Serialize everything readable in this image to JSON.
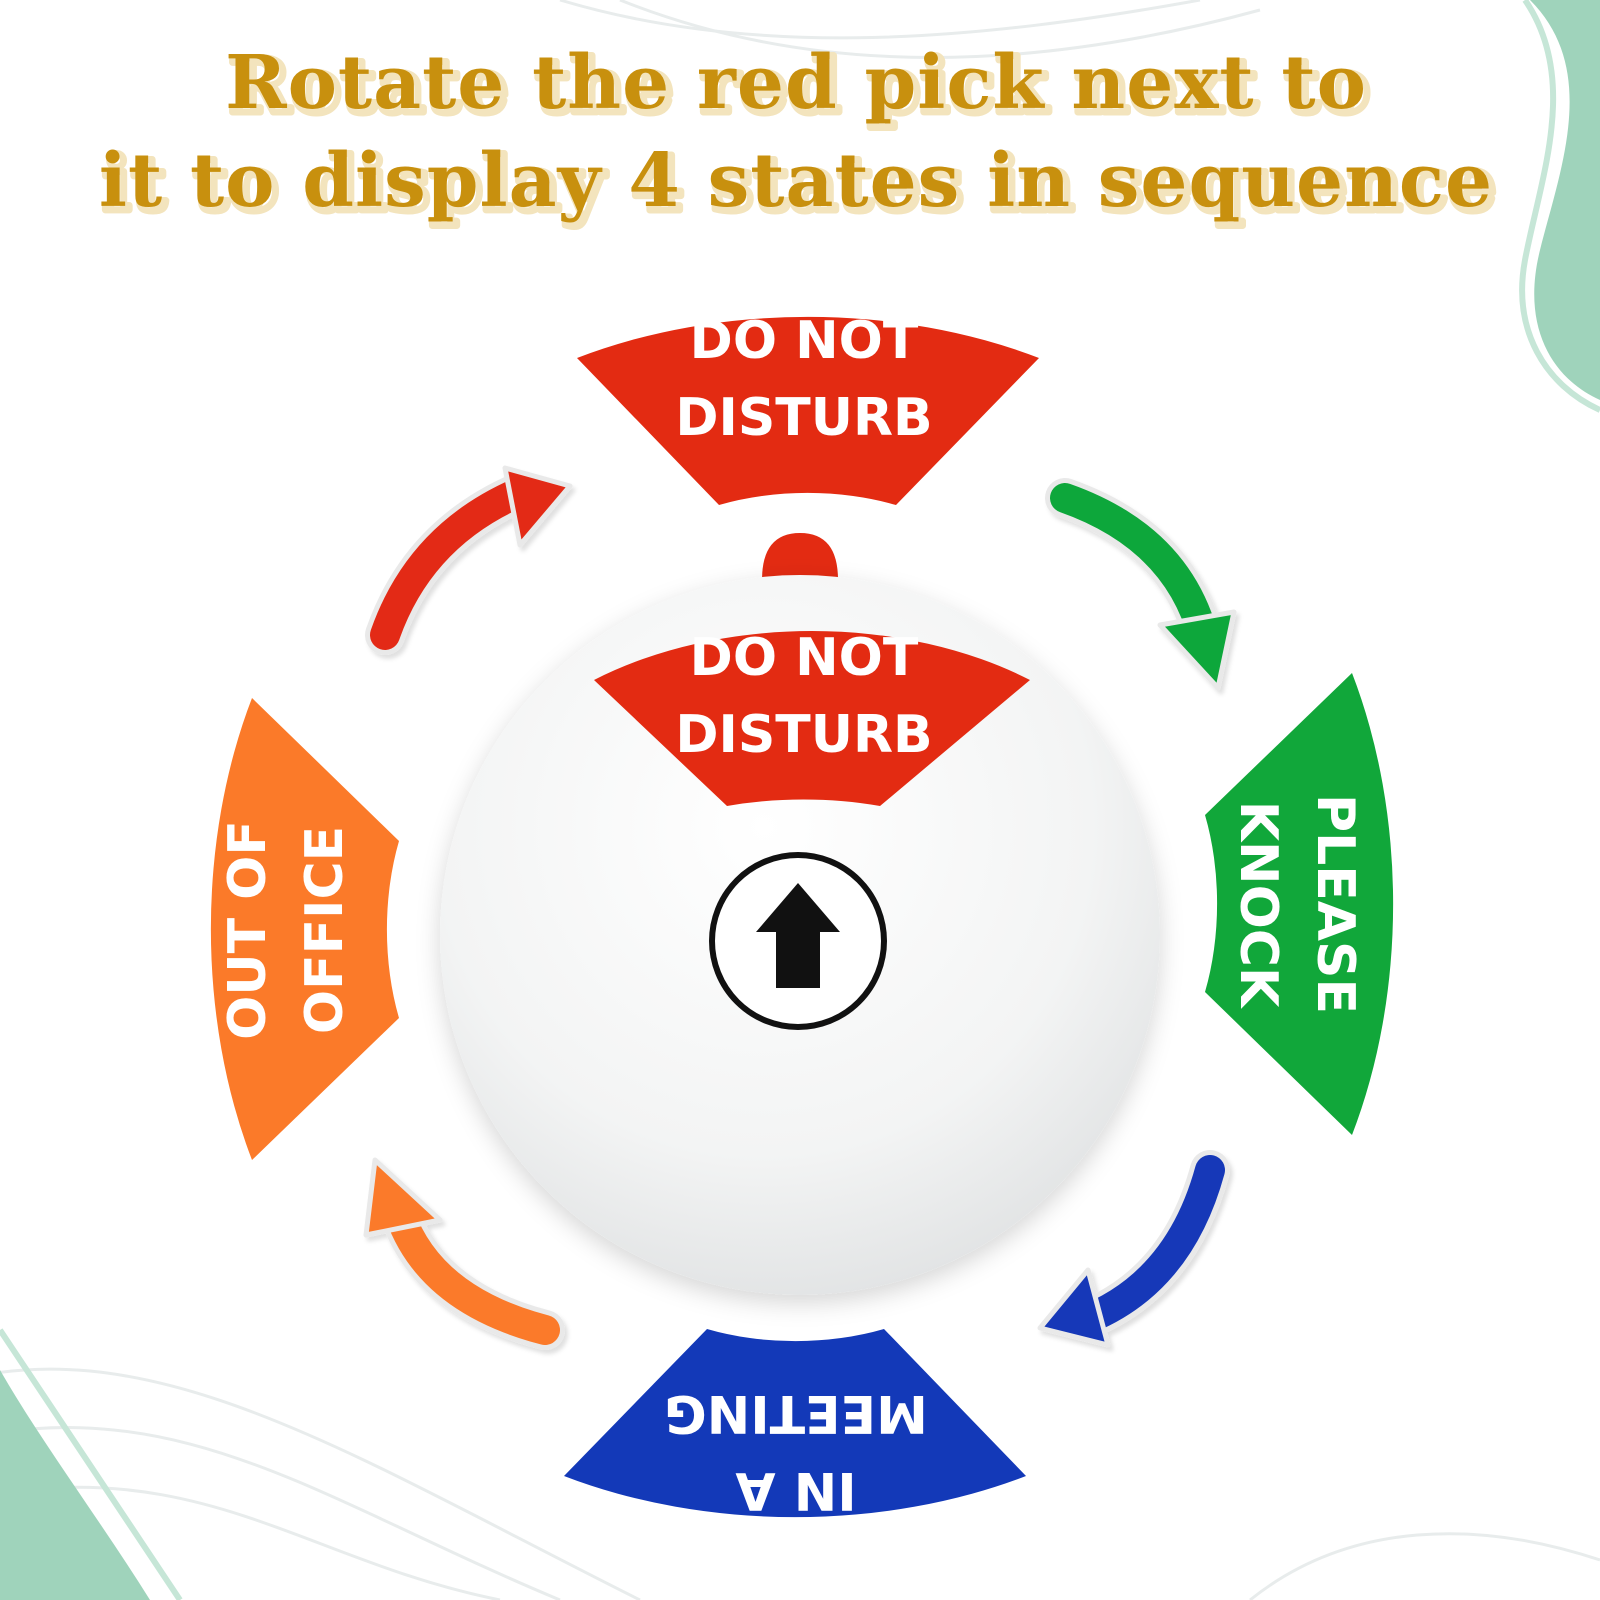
{
  "headline": {
    "line1": "Rotate the red pick next to",
    "line2": "it to display 4 states in sequence"
  },
  "states": {
    "top": {
      "line1": "DO NOT",
      "line2": "DISTURB"
    },
    "right": {
      "line1": "PLEASE",
      "line2": "KNOCK"
    },
    "bottom": {
      "line1": "IN A",
      "line2": "MEETING"
    },
    "left": {
      "line1": "OUT OF",
      "line2": "OFFICE"
    },
    "window": {
      "line1": "DO NOT",
      "line2": "DISTURB"
    }
  },
  "colors": {
    "headline": "#c8900e",
    "do_not_disturb": "#e32b12",
    "please_knock": "#11a73a",
    "in_a_meeting": "#1339b8",
    "out_of_office": "#fb7a29",
    "wave_accent": "#9fd3bb"
  },
  "icons": {
    "center": "arrow-up-icon"
  }
}
